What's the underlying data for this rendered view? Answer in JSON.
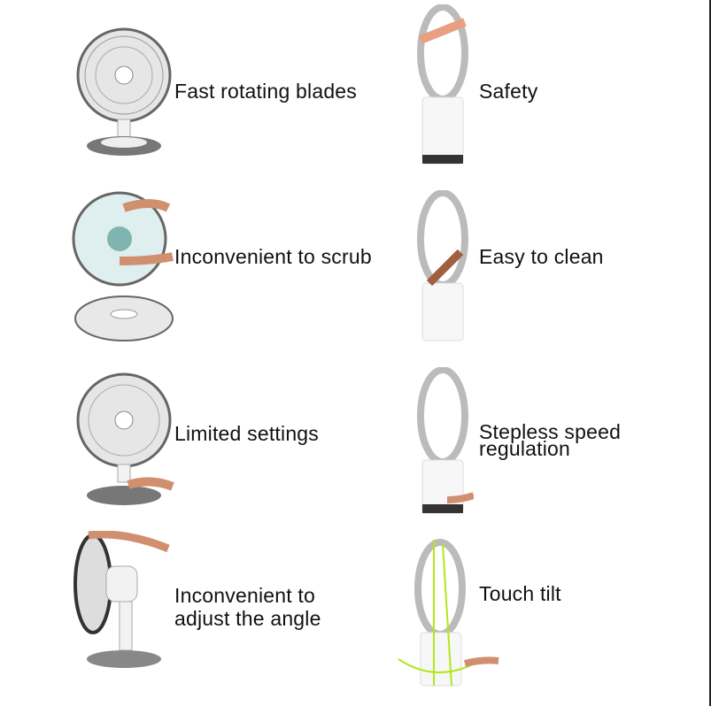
{
  "rows": [
    {
      "left_label": "Fast rotating blades",
      "right_label": "Safety"
    },
    {
      "left_label": "Inconvenient to scrub",
      "right_label": "Easy to clean"
    },
    {
      "left_label": "Limited settings",
      "right_label": "Stepless speed regulation",
      "right_line1": "Stepless speed",
      "right_line2": "regulation"
    },
    {
      "left_label": "Inconvenient to adjust the angle",
      "left_line1": "Inconvenient to",
      "left_line2": "adjust the angle",
      "right_label": "Touch tilt"
    }
  ],
  "colors": {
    "text": "#111111",
    "accent_line": "#b5e61d"
  }
}
